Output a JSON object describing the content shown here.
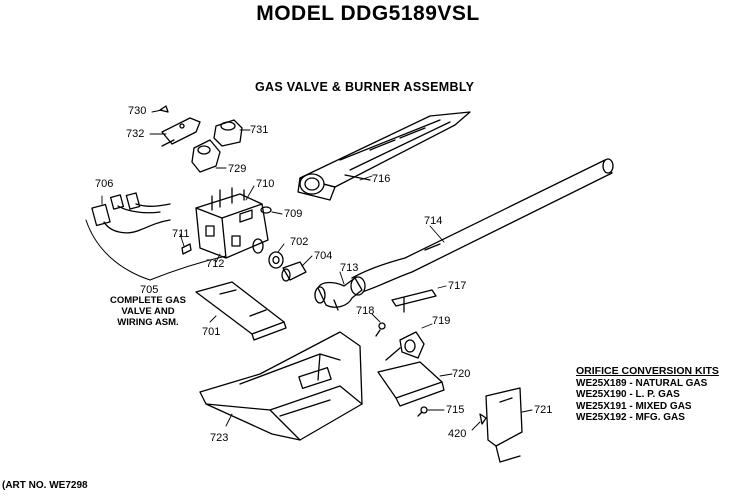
{
  "diagram": {
    "model_title": "MODEL DDG5189VSL",
    "section_title": "GAS VALVE & BURNER ASSEMBLY",
    "art_no": "(ART NO. WE7298",
    "note_705": [
      "COMPLETE GAS",
      "VALVE AND",
      "WIRING ASM."
    ],
    "part_numbers": {
      "p730": "730",
      "p732": "732",
      "p731": "731",
      "p729": "729",
      "p706": "706",
      "p710": "710",
      "p709": "709",
      "p711": "711",
      "p712": "712",
      "p702": "702",
      "p704": "704",
      "p713": "713",
      "p705": "705",
      "p701": "701",
      "p716": "716",
      "p714": "714",
      "p717": "717",
      "p718": "718",
      "p719": "719",
      "p720": "720",
      "p715": "715",
      "p420": "420",
      "p721": "721",
      "p723": "723"
    },
    "orifice_kits": {
      "title": "ORIFICE CONVERSION KITS",
      "items": [
        "WE25X189 - NATURAL GAS",
        "WE25X190 - L. P. GAS",
        "WE25X191 - MIXED GAS",
        "WE25X192 - MFG. GAS"
      ]
    }
  }
}
